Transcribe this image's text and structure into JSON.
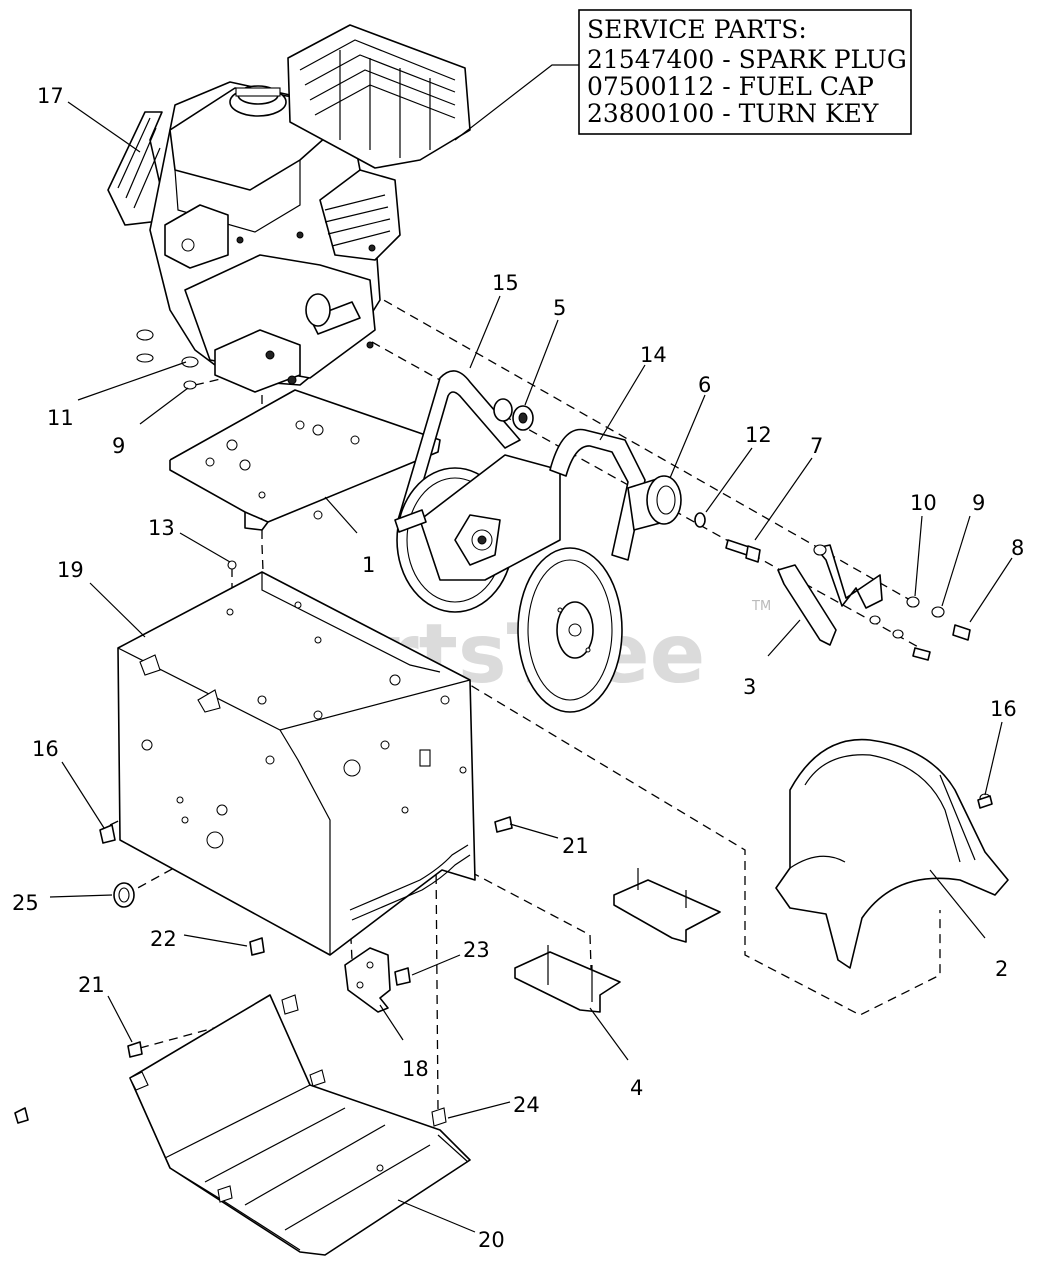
{
  "service_box": {
    "title": "SERVICE PARTS:",
    "lines": [
      "21547400 - SPARK PLUG",
      "07500112 - FUEL CAP",
      "23800100 - TURN KEY"
    ]
  },
  "watermark": {
    "text": "PartsTree",
    "tm": "TM"
  },
  "callouts": [
    {
      "id": "17",
      "label": "17"
    },
    {
      "id": "15",
      "label": "15"
    },
    {
      "id": "5",
      "label": "5"
    },
    {
      "id": "14",
      "label": "14"
    },
    {
      "id": "6",
      "label": "6"
    },
    {
      "id": "12",
      "label": "12"
    },
    {
      "id": "7",
      "label": "7"
    },
    {
      "id": "10",
      "label": "10"
    },
    {
      "id": "9b",
      "label": "9"
    },
    {
      "id": "8",
      "label": "8"
    },
    {
      "id": "11",
      "label": "11"
    },
    {
      "id": "9a",
      "label": "9"
    },
    {
      "id": "13",
      "label": "13"
    },
    {
      "id": "1",
      "label": "1"
    },
    {
      "id": "19",
      "label": "19"
    },
    {
      "id": "3",
      "label": "3"
    },
    {
      "id": "16a",
      "label": "16"
    },
    {
      "id": "16b",
      "label": "16"
    },
    {
      "id": "21a",
      "label": "21"
    },
    {
      "id": "25",
      "label": "25"
    },
    {
      "id": "22",
      "label": "22"
    },
    {
      "id": "23",
      "label": "23"
    },
    {
      "id": "2",
      "label": "2"
    },
    {
      "id": "21b",
      "label": "21"
    },
    {
      "id": "18",
      "label": "18"
    },
    {
      "id": "4",
      "label": "4"
    },
    {
      "id": "24",
      "label": "24"
    },
    {
      "id": "20",
      "label": "20"
    }
  ]
}
